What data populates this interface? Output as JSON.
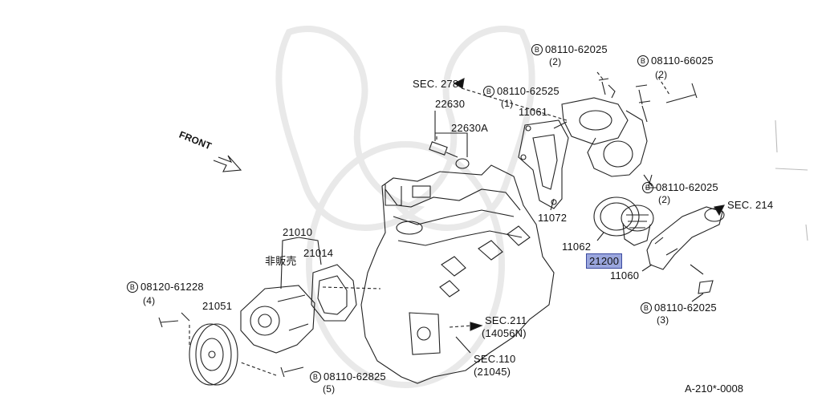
{
  "front_label": "FRONT",
  "diagram_code": "A-210*-0008",
  "highlight_color": "#9aa6dd",
  "bolt_prefix": "B",
  "callouts": {
    "sec278": "SEC. 278",
    "sec214": "SEC. 214",
    "sec211": "SEC.211",
    "sec211_sub": "(14056N)",
    "sec110": "SEC.110",
    "sec110_sub": "(21045)",
    "p22630": "22630",
    "p22630a": "22630A",
    "p11061": "11061",
    "p11072": "11072",
    "p11062": "11062",
    "p21200": "21200",
    "p11060": "11060",
    "p21010": "21010",
    "p21014": "21014",
    "not_for_sale": "非販売",
    "p21051": "21051",
    "b1": "08110-62025",
    "b1q": "(2)",
    "b2": "08110-66025",
    "b2q": "(2)",
    "b3": "08110-62525",
    "b3q": "(1)",
    "b4": "08110-62025",
    "b4q": "(2)",
    "b5": "08110-62025",
    "b5q": "(3)",
    "b6": "08120-61228",
    "b6q": "(4)",
    "b7": "08110-62825",
    "b7q": "(5)"
  }
}
